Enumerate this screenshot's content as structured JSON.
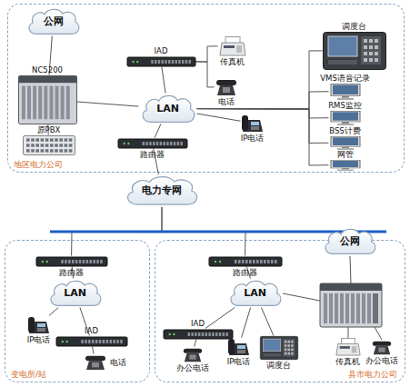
{
  "diagram": {
    "nodes": [
      {
        "text": [
          "地区电力公司"
        ]
      },
      {
        "text": [
          "公网"
        ],
        "in": 0
      },
      {
        "text": [
          "IAD"
        ],
        "in": 0
      },
      {
        "text": [
          "传真机"
        ],
        "in": 0
      },
      {
        "text": [
          "调度台"
        ],
        "in": 0
      },
      {
        "text": [
          "NC5200"
        ],
        "in": 0
      },
      {
        "text": [
          "LAN"
        ],
        "in": 0
      },
      {
        "text": [
          "电话"
        ],
        "in": 0
      },
      {
        "text": [
          "VMS语音记录"
        ],
        "in": 0
      },
      {
        "text": [
          "RMS监控"
        ],
        "in": 0
      },
      {
        "text": [
          "原PBX"
        ],
        "in": 0
      },
      {
        "text": [
          "IP电话"
        ],
        "in": 0
      },
      {
        "text": [
          "BSS计费"
        ],
        "in": 0
      },
      {
        "text": [
          "路由器"
        ],
        "in": 0
      },
      {
        "text": [
          "网管"
        ],
        "in": 0
      },
      {
        "text": [
          "电力专网"
        ]
      },
      {
        "text": [
          "变电所/站"
        ]
      },
      {
        "text": [
          "县市电力公司"
        ]
      },
      {
        "text": [
          "公网"
        ],
        "in": 17
      },
      {
        "text": [
          "路由器"
        ],
        "in": 16
      },
      {
        "text": [
          "LAN"
        ],
        "in": 16
      },
      {
        "text": [
          "IP电话"
        ],
        "in": 16
      },
      {
        "text": [
          "IAD"
        ],
        "in": 16
      },
      {
        "text": [
          "电话"
        ],
        "in": 16
      },
      {
        "text": [
          "路由器"
        ],
        "in": 17
      },
      {
        "text": [
          "LAN"
        ],
        "in": 17
      },
      {
        "text": [
          "IAD"
        ],
        "in": 17
      },
      {
        "text": [
          "办公电话"
        ],
        "in": 17
      },
      {
        "text": [
          "IP电话"
        ],
        "in": 17
      },
      {
        "text": [
          "调度台"
        ],
        "in": 17
      },
      {
        "text": [
          "传真机"
        ],
        "in": 17
      },
      {
        "text": [
          "办公电话"
        ],
        "in": 17
      }
    ],
    "edges": [
      {
        "from": 1,
        "to": 5,
        "arrow": "none"
      },
      {
        "from": 5,
        "to": 6,
        "arrow": "none"
      },
      {
        "from": 5,
        "to": 10,
        "arrow": "none"
      },
      {
        "from": 2,
        "to": 6,
        "arrow": "none"
      },
      {
        "from": 2,
        "to": 3,
        "arrow": "none"
      },
      {
        "from": 2,
        "to": 7,
        "arrow": "none"
      },
      {
        "from": 6,
        "to": 11,
        "arrow": "none"
      },
      {
        "from": 6,
        "to": 13,
        "arrow": "none"
      },
      {
        "from": 6,
        "to": 4,
        "arrow": "none"
      },
      {
        "from": 6,
        "to": 8,
        "arrow": "none"
      },
      {
        "from": 6,
        "to": 9,
        "arrow": "none"
      },
      {
        "from": 6,
        "to": 12,
        "arrow": "none"
      },
      {
        "from": 6,
        "to": 14,
        "arrow": "none"
      },
      {
        "from": 13,
        "to": 15,
        "arrow": "none"
      },
      {
        "from": 15,
        "to": 19,
        "arrow": "none"
      },
      {
        "from": 15,
        "to": 24,
        "arrow": "none"
      },
      {
        "from": 19,
        "to": 20,
        "arrow": "none"
      },
      {
        "from": 20,
        "to": 21,
        "arrow": "none"
      },
      {
        "from": 20,
        "to": 22,
        "arrow": "none"
      },
      {
        "from": 22,
        "to": 23,
        "arrow": "none"
      },
      {
        "from": 24,
        "to": 25,
        "arrow": "none"
      },
      {
        "from": 25,
        "to": 26,
        "arrow": "none"
      },
      {
        "from": 25,
        "to": 28,
        "arrow": "none"
      },
      {
        "from": 25,
        "to": 29,
        "arrow": "none"
      },
      {
        "from": 26,
        "to": 27,
        "arrow": "none"
      }
    ]
  }
}
